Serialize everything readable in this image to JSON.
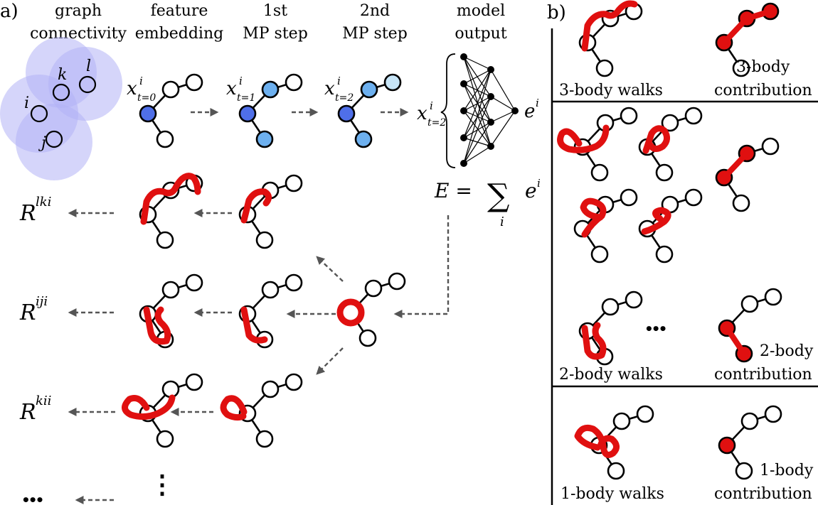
{
  "panel_a": {
    "label": "a)",
    "headers": [
      {
        "line1": "graph",
        "line2": "connectivity"
      },
      {
        "line1": "feature",
        "line2": "embedding"
      },
      {
        "line1": "1st",
        "line2": "MP step"
      },
      {
        "line1": "2nd",
        "line2": "MP step"
      },
      {
        "line1": "model",
        "line2": "output"
      }
    ],
    "atom_labels": {
      "k": "k",
      "l": "l",
      "i": "i",
      "j": "j"
    },
    "x_symbol": "x",
    "superscript_i": "i",
    "subscripts": [
      "t=0",
      "t=1",
      "t=2",
      "t=2"
    ],
    "output_e": "e",
    "energy_lhs": "E = ",
    "energy_sum": "∑",
    "energy_index": "i",
    "energy_term": "e",
    "r_symbol": "R",
    "r_superscripts": [
      "lki",
      "iji",
      "kii"
    ],
    "ellipsis_vertical": "⋮",
    "ellipsis_row": "•••",
    "colors": {
      "halo": "#b3b3f5",
      "node_dark": "#4f6fe8",
      "node_mid": "#6db0ef",
      "node_light": "#c7e5f7",
      "walk": "#e01010"
    }
  },
  "panel_b": {
    "label": "b)",
    "sections": [
      {
        "walks_label": "3-body walks",
        "contribution_line1": "3-body",
        "contribution_line2": "contribution"
      },
      {
        "walks_label": "2-body walks",
        "contribution_line1": "2-body",
        "contribution_line2": "contribution",
        "ellipsis": "•••"
      },
      {
        "walks_label": "1-body walks",
        "contribution_line1": "1-body",
        "contribution_line2": "contribution"
      }
    ]
  }
}
